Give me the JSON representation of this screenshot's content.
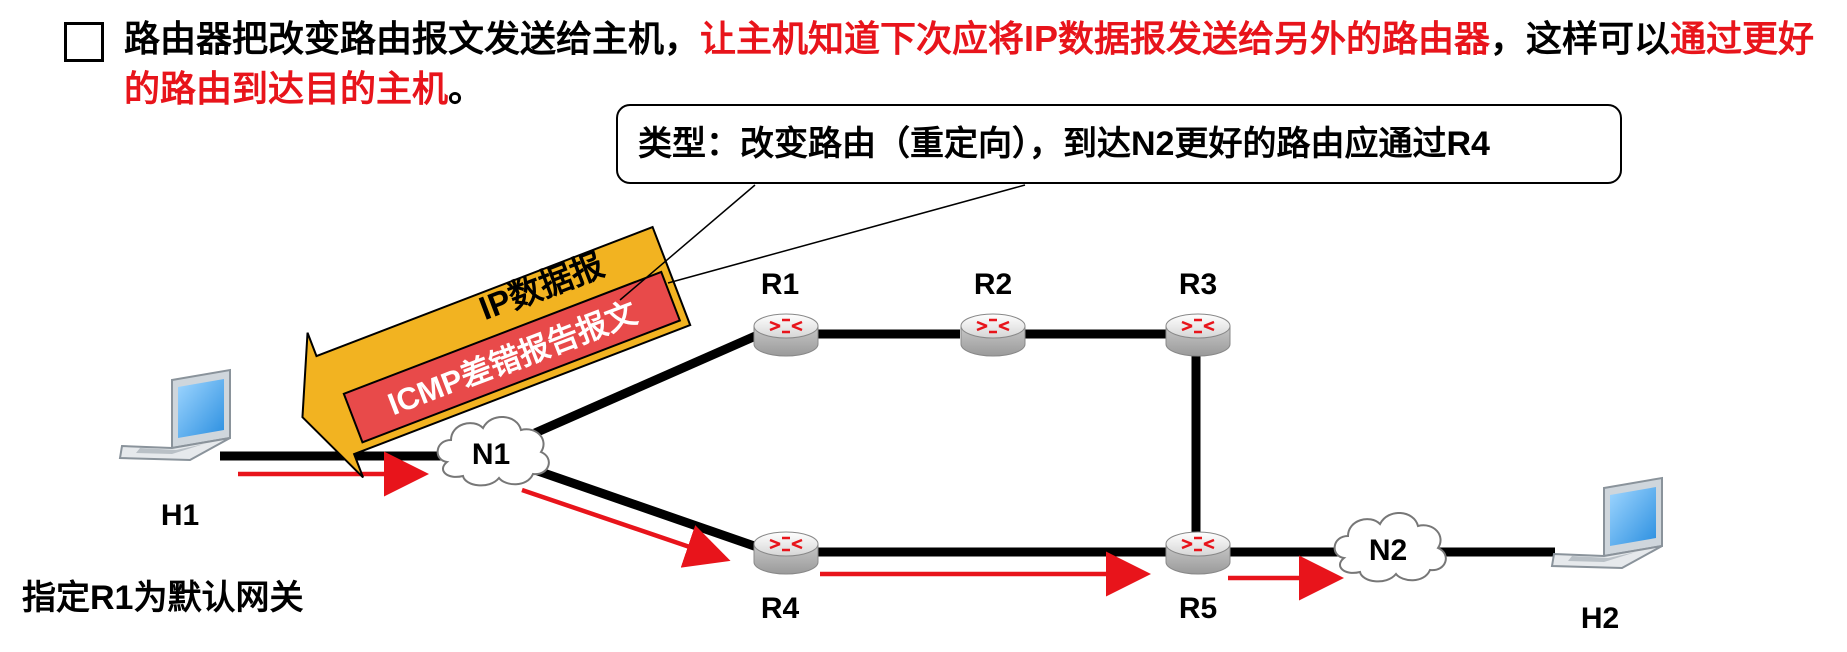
{
  "header": {
    "part1": "路由器把改变路由报文发送给主机，",
    "part2": "让主机知道下次应将IP数据报发送给另外的路由器",
    "part3": "，这样可以",
    "part4": "通过更好的路由到达目的主机",
    "part5": "。"
  },
  "callout": "类型：改变路由（重定向），到达N2更好的路由应通过R4",
  "packet": {
    "outer_label": "IP数据报",
    "inner_label": "ICMP差错报告报文"
  },
  "nodes": {
    "H1": "H1",
    "H2": "H2",
    "N1": "N1",
    "N2": "N2",
    "R1": "R1",
    "R2": "R2",
    "R3": "R3",
    "R4": "R4",
    "R5": "R5"
  },
  "note": "指定R1为默认网关",
  "colors": {
    "accent_red": "#e8141b",
    "packet_yellow": "#f2b321",
    "packet_red": "#e84a4a",
    "link_black": "#000000"
  }
}
